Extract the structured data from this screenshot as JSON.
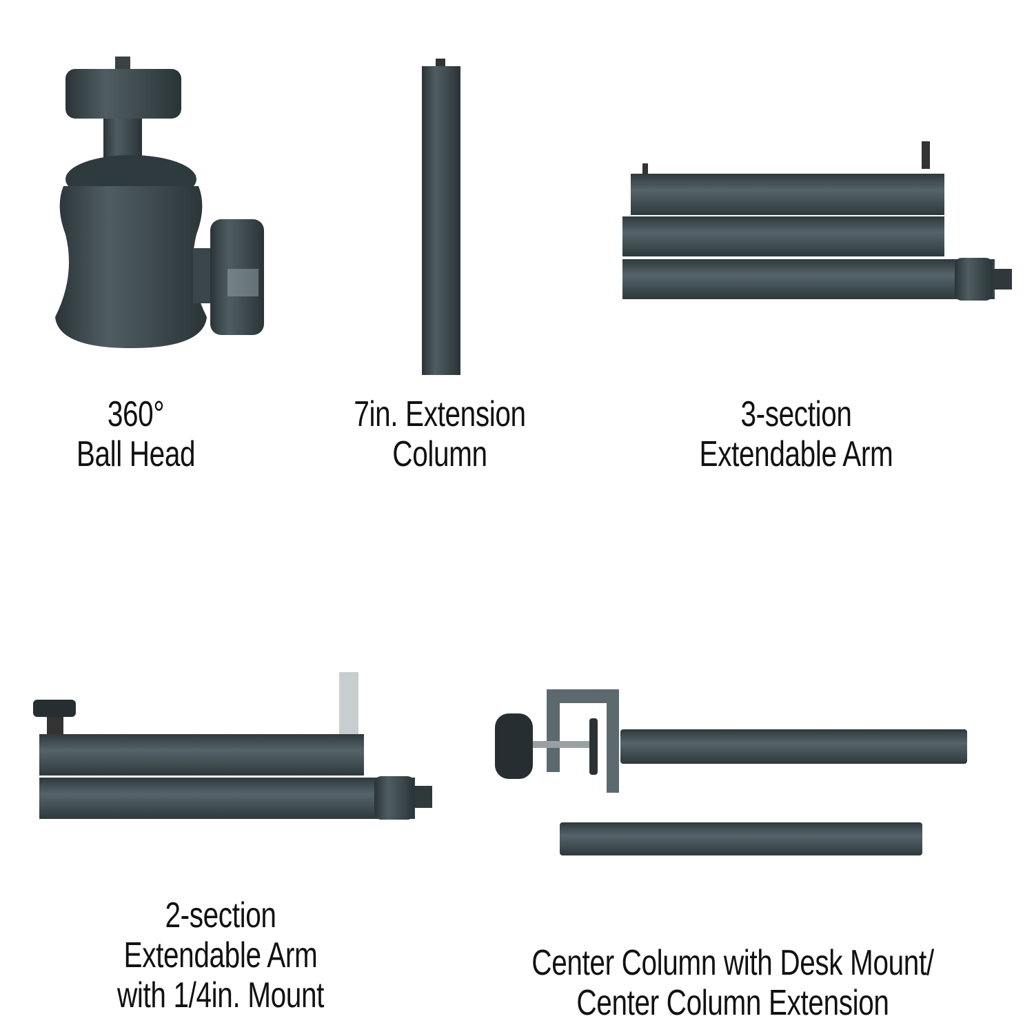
{
  "colors": {
    "metal": "#3f4c51",
    "metal_dark": "#263033",
    "metal_light": "#5f6d72",
    "text": "#111111",
    "background": "#ffffff"
  },
  "components": [
    {
      "id": "ball-head",
      "lines": [
        "360°",
        "Ball Head"
      ]
    },
    {
      "id": "extension-column",
      "lines": [
        "7in. Extension",
        "Column"
      ]
    },
    {
      "id": "three-section-arm",
      "lines": [
        "3-section",
        "Extendable Arm"
      ]
    },
    {
      "id": "two-section-arm",
      "lines": [
        "2-section",
        "Extendable Arm",
        "with 1/4in. Mount"
      ]
    },
    {
      "id": "center-column",
      "lines": [
        "Center Column with Desk Mount/",
        "Center Column Extension"
      ]
    }
  ]
}
